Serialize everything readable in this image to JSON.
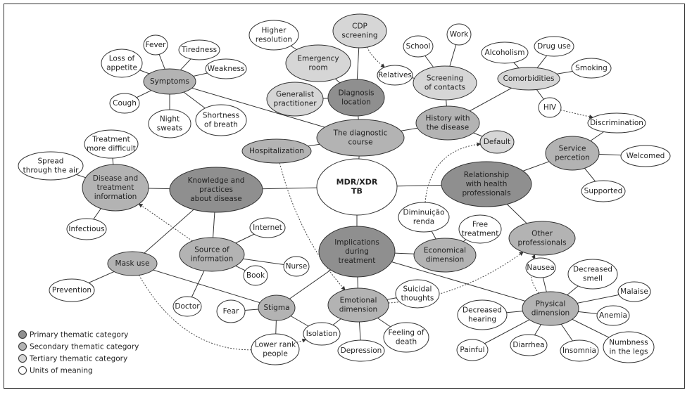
{
  "colors": {
    "primary": "#8f8f8f",
    "secondary": "#b3b3b3",
    "tertiary": "#d6d6d6",
    "unit": "#ffffff",
    "center": "#ffffff"
  },
  "legend": [
    {
      "label": "Primary thematic category",
      "level": "primary"
    },
    {
      "label": "Secondary thematic category",
      "level": "secondary"
    },
    {
      "label": "Tertiary thematic category",
      "level": "tertiary"
    },
    {
      "label": "Units of meaning",
      "level": "unit"
    }
  ],
  "nodes": [
    {
      "id": "center",
      "label": [
        "MDR/XDR",
        "TB"
      ],
      "level": "center"
    },
    {
      "id": "diag_course",
      "label": [
        "The diagnostic",
        "course"
      ],
      "level": "secondary"
    },
    {
      "id": "diag_loc",
      "label": [
        "Diagnosis",
        "location"
      ],
      "level": "primary"
    },
    {
      "id": "cdp",
      "label": [
        "CDP",
        "screening"
      ],
      "level": "tertiary"
    },
    {
      "id": "emergency",
      "label": [
        "Emergency",
        "room"
      ],
      "level": "tertiary"
    },
    {
      "id": "higher_res",
      "label": [
        "Higher",
        "resolution"
      ],
      "level": "unit"
    },
    {
      "id": "generalist",
      "label": [
        "Generalist",
        "practitioner"
      ],
      "level": "tertiary"
    },
    {
      "id": "symptoms",
      "label": [
        "Symptoms"
      ],
      "level": "secondary"
    },
    {
      "id": "fever",
      "label": [
        "Fever"
      ],
      "level": "unit"
    },
    {
      "id": "tiredness",
      "label": [
        "Tiredness"
      ],
      "level": "unit"
    },
    {
      "id": "loss_app",
      "label": [
        "Loss of",
        "appetite"
      ],
      "level": "unit"
    },
    {
      "id": "weakness",
      "label": [
        "Weakness"
      ],
      "level": "unit"
    },
    {
      "id": "cough",
      "label": [
        "Cough"
      ],
      "level": "unit"
    },
    {
      "id": "night_sweats",
      "label": [
        "Night",
        "sweats"
      ],
      "level": "unit"
    },
    {
      "id": "shortness",
      "label": [
        "Shortness",
        "of breath"
      ],
      "level": "unit"
    },
    {
      "id": "history",
      "label": [
        "History with",
        "the disease"
      ],
      "level": "secondary"
    },
    {
      "id": "screening_contacts",
      "label": [
        "Screening",
        "of contacts"
      ],
      "level": "tertiary"
    },
    {
      "id": "school",
      "label": [
        "School"
      ],
      "level": "unit"
    },
    {
      "id": "work",
      "label": [
        "Work"
      ],
      "level": "unit"
    },
    {
      "id": "relatives",
      "label": [
        "Relatives"
      ],
      "level": "unit"
    },
    {
      "id": "comorbidities",
      "label": [
        "Comorbidities"
      ],
      "level": "tertiary"
    },
    {
      "id": "alcoholism",
      "label": [
        "Alcoholism"
      ],
      "level": "unit"
    },
    {
      "id": "drug_use",
      "label": [
        "Drug use"
      ],
      "level": "unit"
    },
    {
      "id": "smoking",
      "label": [
        "Smoking"
      ],
      "level": "unit"
    },
    {
      "id": "hiv",
      "label": [
        "HIV"
      ],
      "level": "unit"
    },
    {
      "id": "default",
      "label": [
        "Default"
      ],
      "level": "tertiary"
    },
    {
      "id": "hospitalization",
      "label": [
        "Hospitalization"
      ],
      "level": "secondary"
    },
    {
      "id": "discrimination",
      "label": [
        "Discrimination"
      ],
      "level": "unit"
    },
    {
      "id": "service",
      "label": [
        "Service",
        "percetion"
      ],
      "level": "secondary"
    },
    {
      "id": "welcomed",
      "label": [
        "Welcomed"
      ],
      "level": "unit"
    },
    {
      "id": "supported",
      "label": [
        "Supported"
      ],
      "level": "unit"
    },
    {
      "id": "relationship",
      "label": [
        "Relationship",
        "with health",
        "professionals"
      ],
      "level": "primary"
    },
    {
      "id": "other_prof",
      "label": [
        "Other",
        "professionals"
      ],
      "level": "secondary"
    },
    {
      "id": "knowledge",
      "label": [
        "Knowledge and",
        "practices",
        "about disease"
      ],
      "level": "primary"
    },
    {
      "id": "disease_info",
      "label": [
        "Disease and",
        "treatment",
        "information"
      ],
      "level": "secondary"
    },
    {
      "id": "treat_difficult",
      "label": [
        "Treatment",
        "more difficult"
      ],
      "level": "unit"
    },
    {
      "id": "spread_air",
      "label": [
        "Spread",
        "through the air"
      ],
      "level": "unit"
    },
    {
      "id": "infectious",
      "label": [
        "Infectious"
      ],
      "level": "unit"
    },
    {
      "id": "source_info",
      "label": [
        "Source of",
        "information"
      ],
      "level": "secondary"
    },
    {
      "id": "internet",
      "label": [
        "Internet"
      ],
      "level": "unit"
    },
    {
      "id": "nurse",
      "label": [
        "Nurse"
      ],
      "level": "unit"
    },
    {
      "id": "book",
      "label": [
        "Book"
      ],
      "level": "unit"
    },
    {
      "id": "doctor",
      "label": [
        "Doctor"
      ],
      "level": "unit"
    },
    {
      "id": "mask_use",
      "label": [
        "Mask use"
      ],
      "level": "secondary"
    },
    {
      "id": "prevention",
      "label": [
        "Prevention"
      ],
      "level": "unit"
    },
    {
      "id": "implications",
      "label": [
        "Implications",
        "during",
        "treatment"
      ],
      "level": "primary"
    },
    {
      "id": "economical",
      "label": [
        "Economical",
        "dimension"
      ],
      "level": "secondary"
    },
    {
      "id": "diminuicao",
      "label": [
        "Diminuição",
        "renda"
      ],
      "level": "unit"
    },
    {
      "id": "free_treat",
      "label": [
        "Free",
        "treatment"
      ],
      "level": "unit"
    },
    {
      "id": "emotional",
      "label": [
        "Emotional",
        "dimension"
      ],
      "level": "secondary"
    },
    {
      "id": "suicidal",
      "label": [
        "Suicidal",
        "thoughts"
      ],
      "level": "unit"
    },
    {
      "id": "feeling_death",
      "label": [
        "Feeling of",
        "death"
      ],
      "level": "unit"
    },
    {
      "id": "depression",
      "label": [
        "Depression"
      ],
      "level": "unit"
    },
    {
      "id": "isolation",
      "label": [
        "Isolation"
      ],
      "level": "unit"
    },
    {
      "id": "stigma",
      "label": [
        "Stigma"
      ],
      "level": "secondary"
    },
    {
      "id": "fear",
      "label": [
        "Fear"
      ],
      "level": "unit"
    },
    {
      "id": "lower_rank",
      "label": [
        "Lower rank",
        "people"
      ],
      "level": "unit"
    },
    {
      "id": "physical",
      "label": [
        "Physical",
        "dimension"
      ],
      "level": "secondary"
    },
    {
      "id": "nausea",
      "label": [
        "Nausea"
      ],
      "level": "unit"
    },
    {
      "id": "decr_smell",
      "label": [
        "Decreased",
        "smell"
      ],
      "level": "unit"
    },
    {
      "id": "malaise",
      "label": [
        "Malaise"
      ],
      "level": "unit"
    },
    {
      "id": "anemia",
      "label": [
        "Anemia"
      ],
      "level": "unit"
    },
    {
      "id": "numbness",
      "label": [
        "Numbness",
        "in the legs"
      ],
      "level": "unit"
    },
    {
      "id": "insomnia",
      "label": [
        "Insomnia"
      ],
      "level": "unit"
    },
    {
      "id": "diarrhea",
      "label": [
        "Diarrhea"
      ],
      "level": "unit"
    },
    {
      "id": "painful",
      "label": [
        "Painful"
      ],
      "level": "unit"
    },
    {
      "id": "decr_hearing",
      "label": [
        "Decreased",
        "hearing"
      ],
      "level": "unit"
    }
  ],
  "edges": [
    [
      "center",
      "diag_course"
    ],
    [
      "center",
      "knowledge"
    ],
    [
      "center",
      "relationship"
    ],
    [
      "center",
      "implications"
    ],
    [
      "diag_course",
      "diag_loc"
    ],
    [
      "diag_course",
      "symptoms"
    ],
    [
      "diag_course",
      "history"
    ],
    [
      "diag_course",
      "hospitalization"
    ],
    [
      "diag_loc",
      "cdp"
    ],
    [
      "diag_loc",
      "emergency"
    ],
    [
      "diag_loc",
      "generalist"
    ],
    [
      "emergency",
      "higher_res"
    ],
    [
      "symptoms",
      "fever"
    ],
    [
      "symptoms",
      "tiredness"
    ],
    [
      "symptoms",
      "loss_app"
    ],
    [
      "symptoms",
      "weakness"
    ],
    [
      "symptoms",
      "cough"
    ],
    [
      "symptoms",
      "night_sweats"
    ],
    [
      "symptoms",
      "shortness"
    ],
    [
      "history",
      "screening_contacts"
    ],
    [
      "history",
      "comorbidities"
    ],
    [
      "history",
      "default"
    ],
    [
      "screening_contacts",
      "school"
    ],
    [
      "screening_contacts",
      "work"
    ],
    [
      "screening_contacts",
      "relatives"
    ],
    [
      "comorbidities",
      "alcoholism"
    ],
    [
      "comorbidities",
      "drug_use"
    ],
    [
      "comorbidities",
      "smoking"
    ],
    [
      "comorbidities",
      "hiv"
    ],
    [
      "relationship",
      "service"
    ],
    [
      "relationship",
      "other_prof"
    ],
    [
      "service",
      "discrimination"
    ],
    [
      "service",
      "welcomed"
    ],
    [
      "service",
      "supported"
    ],
    [
      "knowledge",
      "disease_info"
    ],
    [
      "knowledge",
      "source_info"
    ],
    [
      "knowledge",
      "mask_use"
    ],
    [
      "disease_info",
      "treat_difficult"
    ],
    [
      "disease_info",
      "spread_air"
    ],
    [
      "disease_info",
      "infectious"
    ],
    [
      "source_info",
      "internet"
    ],
    [
      "source_info",
      "nurse"
    ],
    [
      "source_info",
      "book"
    ],
    [
      "source_info",
      "doctor"
    ],
    [
      "mask_use",
      "prevention"
    ],
    [
      "mask_use",
      "stigma"
    ],
    [
      "implications",
      "economical"
    ],
    [
      "implications",
      "emotional"
    ],
    [
      "implications",
      "stigma"
    ],
    [
      "implications",
      "physical"
    ],
    [
      "economical",
      "diminuicao"
    ],
    [
      "economical",
      "free_treat"
    ],
    [
      "emotional",
      "suicidal"
    ],
    [
      "emotional",
      "feeling_death"
    ],
    [
      "emotional",
      "depression"
    ],
    [
      "emotional",
      "isolation"
    ],
    [
      "stigma",
      "fear"
    ],
    [
      "stigma",
      "lower_rank"
    ],
    [
      "stigma",
      "isolation"
    ],
    [
      "physical",
      "nausea"
    ],
    [
      "physical",
      "decr_smell"
    ],
    [
      "physical",
      "malaise"
    ],
    [
      "physical",
      "anemia"
    ],
    [
      "physical",
      "numbness"
    ],
    [
      "physical",
      "insomnia"
    ],
    [
      "physical",
      "diarrhea"
    ],
    [
      "physical",
      "painful"
    ],
    [
      "physical",
      "decr_hearing"
    ]
  ],
  "dashed_links": [
    {
      "from": "cdp",
      "to": "relatives"
    },
    {
      "from": "hiv",
      "to": "discrimination"
    },
    {
      "from": "diminuicao",
      "to": "default"
    },
    {
      "from": "source_info",
      "to": "disease_info"
    },
    {
      "from": "hospitalization",
      "to": "emotional"
    },
    {
      "from": "mask_use",
      "to": "isolation"
    },
    {
      "from": "emotional",
      "to": "other_prof"
    },
    {
      "from": "physical",
      "to": "other_prof"
    }
  ]
}
